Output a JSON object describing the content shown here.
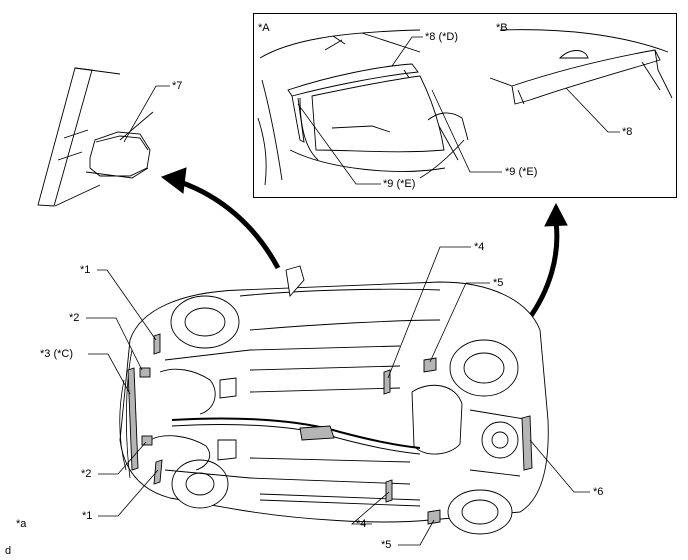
{
  "diagram": {
    "colors": {
      "line": "#000000",
      "part_fill": "#ffffff",
      "shade": "#b5b5b5",
      "background": "#ffffff"
    },
    "inset_a": {
      "label": "*A",
      "callouts": {
        "spoiler": "*8 (*D)",
        "molding_left": "*9 (*E)",
        "molding_right": "*9 (*E)"
      }
    },
    "inset_b": {
      "label": "*B",
      "callouts": {
        "spoiler": "*8"
      }
    },
    "mirror": {
      "callout": "*7"
    },
    "underbody": {
      "callouts": {
        "c1_top": "*1",
        "c2_top": "*2",
        "c3": "*3 (*C)",
        "c2_bottom": "*2",
        "c1_bottom": "*1",
        "c4_top": "*4",
        "c5_top": "*5",
        "c4_bottom": "*4",
        "c5_bottom": "*5",
        "c6": "*6"
      }
    },
    "view_label": "*a",
    "corner_mark": "d"
  }
}
